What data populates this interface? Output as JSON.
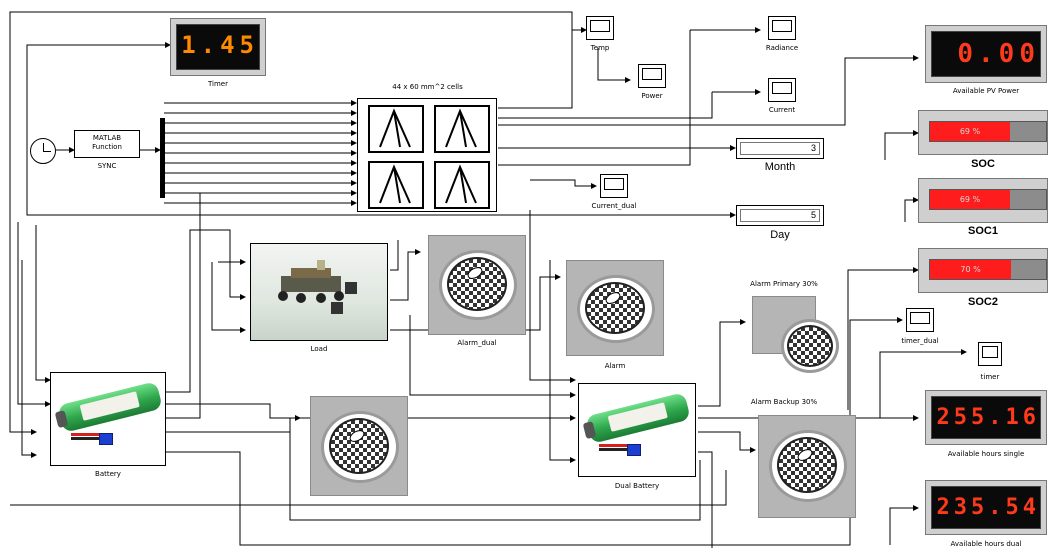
{
  "timer": {
    "label": "Timer",
    "value": "1.45"
  },
  "sync": {
    "line1": "MATLAB",
    "line2": "Function",
    "label": "SYNC"
  },
  "pv_array": {
    "label": "44 x 60 mm^2 cells"
  },
  "scopes": {
    "temp": "Temp",
    "power": "Power",
    "radiance": "Radiance",
    "current": "Current",
    "current_dual": "Current_dual",
    "timer_dual": "timer_dual",
    "timer": "timer"
  },
  "displays": {
    "month_value": "3",
    "month_label": "Month",
    "day_value": "5",
    "day_label": "Day"
  },
  "meters": {
    "pv_power": {
      "value": "0.00",
      "label": "Available PV Power"
    },
    "hours_single": {
      "value": "255.16",
      "label": "Available hours single"
    },
    "hours_dual": {
      "value": "235.54",
      "label": "Available hours dual"
    }
  },
  "soc": [
    {
      "label": "SOC",
      "percent_text": "69 %",
      "level": 0.69
    },
    {
      "label": "SOC1",
      "percent_text": "69 %",
      "level": 0.69
    },
    {
      "label": "SOC2",
      "percent_text": "70 %",
      "level": 0.7
    }
  ],
  "blocks": {
    "load": "Load",
    "battery": "Battery",
    "dual_battery": "Dual Battery"
  },
  "alarms": {
    "alarm_dual": "Alarm_dual",
    "alarm": "Alarm",
    "alarm_primary": "Alarm Primary 30%",
    "alarm_backup": "Alarm Backup 30%"
  },
  "colors": {
    "led_red": "#ff3a1a",
    "led_orange": "#ff8a00",
    "soc_fill": "#ff1c1c"
  }
}
